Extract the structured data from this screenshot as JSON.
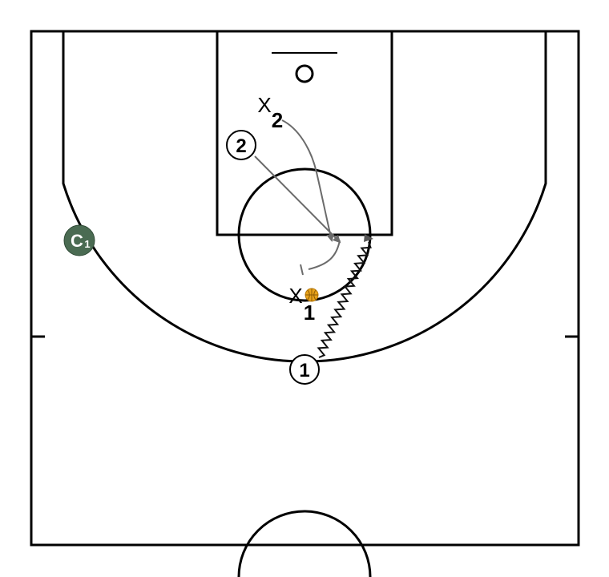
{
  "players": {
    "offense": [
      {
        "label": "1"
      },
      {
        "label": "2"
      }
    ],
    "defense": [
      {
        "letter": "X",
        "number": "1"
      },
      {
        "letter": "X",
        "number": "2"
      }
    ],
    "coach": {
      "letter": "C",
      "number": "1"
    }
  },
  "colors": {
    "court_lines": "#000000",
    "cut_path": "#6b6b6b",
    "dribble_path": "#111111",
    "coach_fill": "#4a6b52",
    "ball": "#e8a21a"
  },
  "icons": {
    "ball": "basketball-icon",
    "basket": "hoop-icon"
  }
}
